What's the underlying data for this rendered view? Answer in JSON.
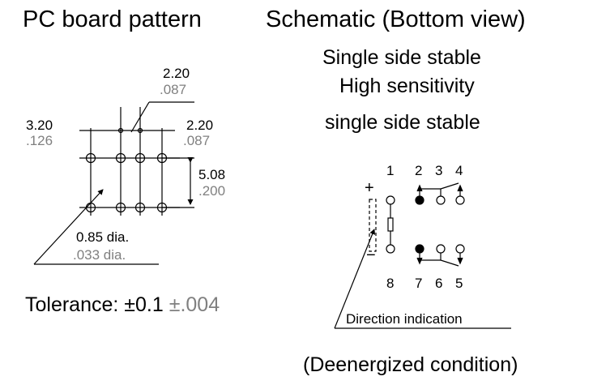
{
  "pc_board": {
    "title": "PC board pattern",
    "dim_top": {
      "mm": "2.20",
      "inch": ".087"
    },
    "dim_left": {
      "mm": "3.20",
      "inch": ".126"
    },
    "dim_right_top": {
      "mm": "2.20",
      "inch": ".087"
    },
    "dim_right_side": {
      "mm": "5.08",
      "inch": ".200"
    },
    "dim_hole": {
      "mm": "0.85 dia.",
      "inch": ".033 dia."
    },
    "tolerance_label": "Tolerance: ",
    "tolerance_mm": "±0.1",
    "tolerance_inch": "±.004"
  },
  "schematic": {
    "title": "Schematic (Bottom view)",
    "line1": "Single side stable",
    "line2": "High sensitivity",
    "line3": "single side stable",
    "pins_top": [
      "1",
      "2",
      "3",
      "4"
    ],
    "pins_bottom": [
      "8",
      "7",
      "6",
      "5"
    ],
    "plus": "+",
    "minus": "−",
    "direction_label": "Direction indication",
    "condition": "(Deenergized condition)"
  }
}
